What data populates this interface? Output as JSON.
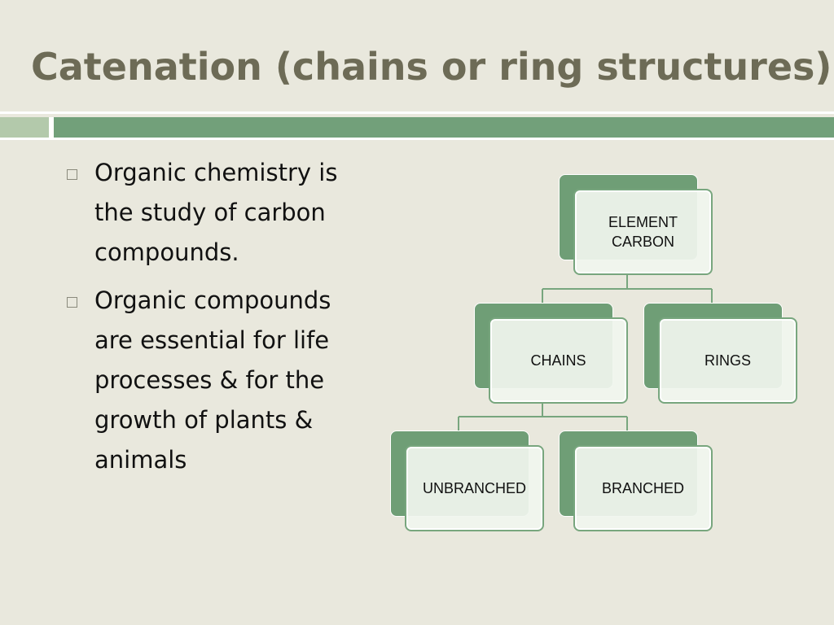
{
  "slide": {
    "title": "Catenation (chains or ring structures)",
    "bullets": [
      "Organic chemistry is the study of carbon compounds.",
      "Organic compounds are essential for life processes & for the growth of plants & animals"
    ],
    "bullet_icon": "hollow-square-bullet"
  },
  "diagram": {
    "nodes": {
      "root": "ELEMENT\nCARBON",
      "chains": "CHAINS",
      "rings": "RINGS",
      "unbranched": "UNBRANCHED",
      "branched": "BRANCHED"
    },
    "edges": [
      [
        "root",
        "chains"
      ],
      [
        "root",
        "rings"
      ],
      [
        "chains",
        "unbranched"
      ],
      [
        "chains",
        "branched"
      ]
    ],
    "colors": {
      "background": "#e9e8dd",
      "title": "#6d6b56",
      "accent_bar": "#72a07a",
      "accent_bar_light": "#b3c9ab",
      "node_back": "#6f9e76",
      "node_front": "#f0f5ee",
      "connector": "#78a67e"
    }
  }
}
